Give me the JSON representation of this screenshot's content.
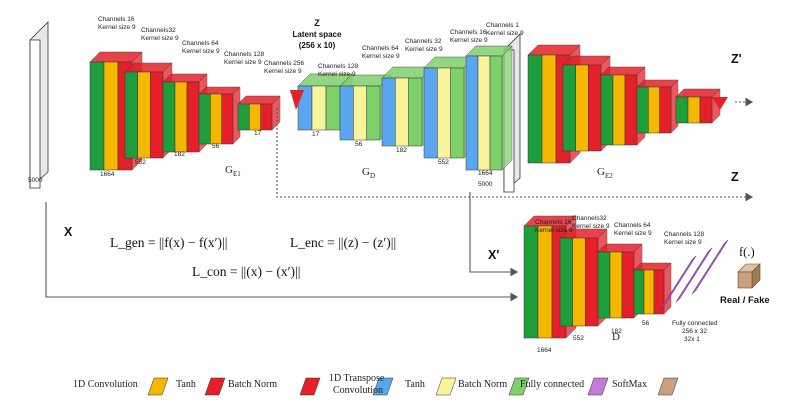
{
  "inputs": {
    "x": "X",
    "x_prime": "X'",
    "z_prime": "Z'",
    "z": "Z",
    "f": "f(.)"
  },
  "dims": {
    "input": "5000",
    "ge1": [
      "1664",
      "552",
      "182",
      "56",
      "17"
    ],
    "latent": "17",
    "gd": [
      "56",
      "182",
      "552",
      "1664",
      "5000"
    ],
    "d": [
      "1664",
      "552",
      "182",
      "56"
    ]
  },
  "channels": {
    "ge1": [
      [
        "Channels 16",
        "Kernel size 9"
      ],
      [
        "Channels32",
        "Kernel size 9"
      ],
      [
        "Channels 64",
        "Kernel size 9"
      ],
      [
        "Channels 128",
        "Kernel size 9"
      ],
      [
        "Channels 256",
        "Kernel size 9"
      ]
    ],
    "gd": [
      [
        "Channels 128",
        "Kernel size 9"
      ],
      [
        "Channels 64",
        "Kernel size 9"
      ],
      [
        "Channels 32",
        "Kernel size 9"
      ],
      [
        "Channels 16",
        "Kernel size 9"
      ],
      [
        "Channels 1",
        "Kernel size 9"
      ]
    ],
    "d": [
      [
        "Channels 16",
        "Kernel size 9"
      ],
      [
        "Channels32",
        "Kernel size 9"
      ],
      [
        "Channels 64",
        "Kernel size 9"
      ],
      [
        "Channels 128",
        "Kernel size 9"
      ]
    ]
  },
  "latent": {
    "z": "Z",
    "title": "Latent space",
    "shape": "(256 x 10)"
  },
  "modules": {
    "ge1": "G",
    "ge1_sub": "E1",
    "gd": "G",
    "gd_sub": "D",
    "ge2": "G",
    "ge2_sub": "E2",
    "d": "D"
  },
  "equations": {
    "gen": "L_gen = ||f(x) − f(x′)||",
    "enc": "L_enc = ||(z) − (z′)||",
    "con": "L_con = ||(x) − (x′)||"
  },
  "fc": [
    "Fully connected",
    "256 x 32",
    "32x 1"
  ],
  "output": {
    "label": "Real / Fake"
  },
  "legend": [
    {
      "label": "1D Convolution",
      "color": "#f5b800"
    },
    {
      "label": "Tanh",
      "color": "#e52028"
    },
    {
      "label": "Batch Norm",
      "color": "#e52028"
    },
    {
      "label": "1D Transpose Convolution",
      "color": "#5aa7ef"
    },
    {
      "label": "Tanh",
      "color": "#f7f49a"
    },
    {
      "label": "Batch Norm",
      "color": "#7ed06a"
    },
    {
      "label": "Fully connected",
      "color": "#c57ad6"
    },
    {
      "label": "SoftMax",
      "color": "#c9a17e"
    }
  ],
  "colors": {
    "green": "#1f9e3c",
    "yellow": "#f5b800",
    "red": "#e52028",
    "blue": "#5aa7ef",
    "lightyellow": "#f7f49a",
    "lightgreen": "#7ed06a",
    "purple": "#b46ad6",
    "tan": "#c9a17e"
  }
}
